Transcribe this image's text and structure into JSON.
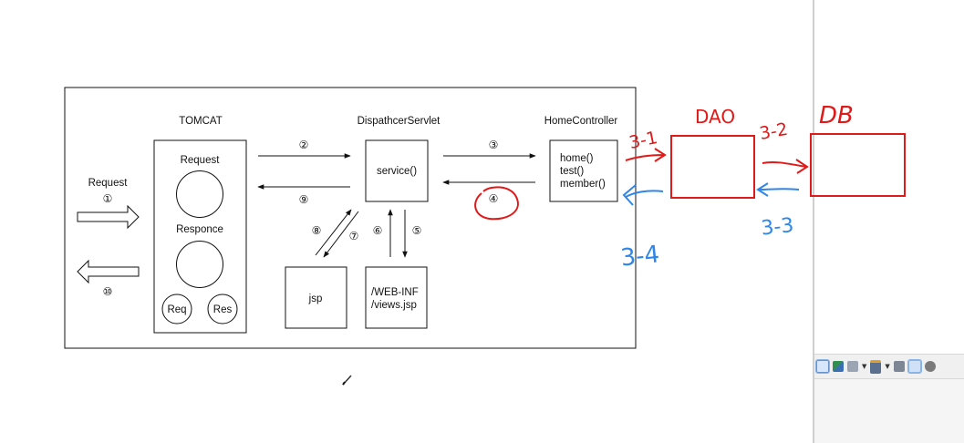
{
  "diagram": {
    "tomcat_title": "TOMCAT",
    "request_label": "Request",
    "responce_label": "Responce",
    "req_label": "Req",
    "res_label": "Res",
    "client_request_label": "Request",
    "dispatcher_title": "DispathcerServlet",
    "service_label": "service()",
    "controller_title": "HomeController",
    "controller_methods": [
      "home()",
      "test()",
      "member()"
    ],
    "jsp_label": "jsp",
    "webinf_lines": [
      "/WEB-INF",
      "/views.jsp"
    ],
    "steps": [
      "①",
      "②",
      "③",
      "④",
      "⑤",
      "⑥",
      "⑦",
      "⑧",
      "⑨",
      "⑩"
    ]
  },
  "annotations": {
    "dao_label": "DAO",
    "db_label": "DB",
    "step_3_1": "3-1",
    "step_3_2": "3-2",
    "step_3_3": "3-3",
    "step_3_4": "3-4",
    "red_color": "#e01919",
    "blue_color": "#2f86e8"
  },
  "toolbar": {
    "icons": [
      "monitor-icon",
      "flag-icon",
      "panel-icon",
      "window-icon",
      "copy-icon",
      "brush-icon",
      "gear-icon"
    ]
  }
}
